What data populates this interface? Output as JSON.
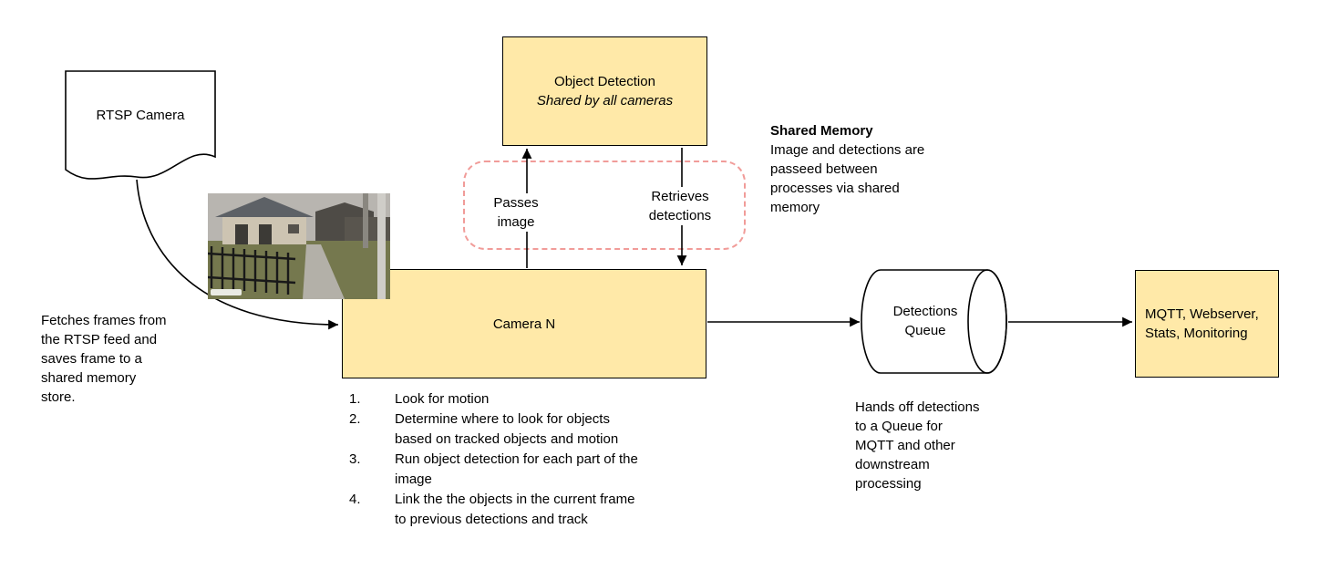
{
  "colors": {
    "box_fill": "#FFE9A8",
    "box_border": "#000000",
    "shared_memory_dash": "#F19C99",
    "arrow": "#000000"
  },
  "nodes": {
    "rtsp_camera": {
      "label": "RTSP Camera"
    },
    "object_detection": {
      "title": "Object Detection",
      "subtitle": "Shared by all cameras"
    },
    "camera_n": {
      "label": "Camera N"
    },
    "detections_queue": {
      "label": "Detections Queue"
    },
    "mqtt": {
      "label": "MQTT, Webserver, Stats, Monitoring"
    }
  },
  "edges": {
    "passes_image": "Passes image",
    "retrieves_detections": "Retrieves detections"
  },
  "notes": {
    "fetch": {
      "lines": [
        "Fetches frames from",
        "the RTSP feed and",
        "saves frame to a",
        "shared memory",
        "store."
      ]
    },
    "shared_memory": {
      "title": "Shared Memory",
      "lines": [
        "Image and detections are",
        "passeed between",
        "processes via shared",
        "memory"
      ]
    },
    "queue_handoff": {
      "lines": [
        "Hands off detections",
        "to a Queue for",
        "MQTT and other",
        "downstream",
        "processing"
      ]
    }
  },
  "camera_steps": [
    {
      "num": "1.",
      "lines": [
        "Look for motion"
      ]
    },
    {
      "num": "2.",
      "lines": [
        "Determine where to look for objects",
        "based on tracked objects and motion"
      ]
    },
    {
      "num": "3.",
      "lines": [
        "Run object detection for each part of the",
        "image"
      ]
    },
    {
      "num": "4.",
      "lines": [
        "Link the the objects in the current frame",
        "to previous detections and track"
      ]
    }
  ]
}
